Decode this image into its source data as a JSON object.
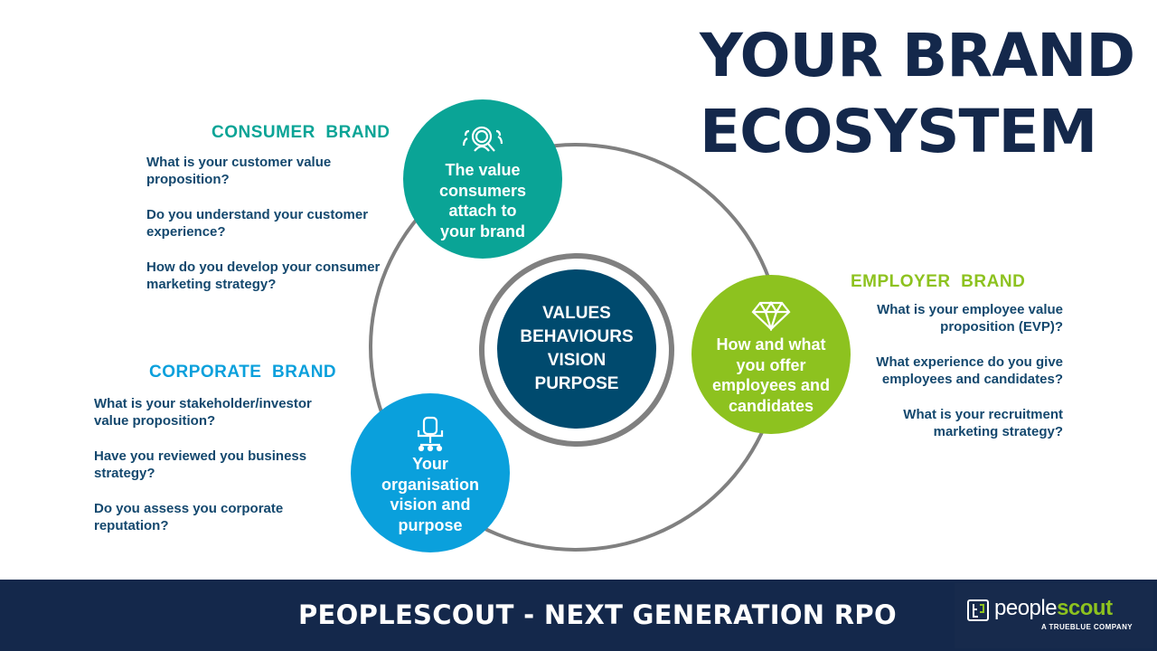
{
  "title": [
    "YOUR BRAND",
    "ECOSYSTEM"
  ],
  "center": [
    "VALUES",
    "BEHAVIOURS",
    "VISION",
    "PURPOSE"
  ],
  "consumer": {
    "heading": "CONSUMER  BRAND",
    "circle": [
      "The value",
      "consumers",
      "attach to",
      "your brand"
    ],
    "icon": "people-search-icon",
    "questions": [
      "What is your customer value proposition?",
      "Do you understand your customer experience?",
      "How do you develop your consumer marketing strategy?"
    ]
  },
  "employer": {
    "heading": "EMPLOYER  BRAND",
    "circle": [
      "How and what",
      "you offer",
      "employees and",
      "candidates"
    ],
    "icon": "diamond-icon",
    "questions": [
      "What is your employee value proposition (EVP)?",
      "What experience do you give employees and candidates?",
      "What is your recruitment marketing strategy?"
    ]
  },
  "corporate": {
    "heading": "CORPORATE  BRAND",
    "circle": [
      "Your",
      "organisation",
      "vision and",
      "purpose"
    ],
    "icon": "office-chair-icon",
    "questions": [
      "What is your stakeholder/investor value proposition?",
      "Have you reviewed you business strategy?",
      "Do you assess you corporate reputation?"
    ]
  },
  "footer": {
    "text": "PEOPLESCOUT - NEXT GENERATION RPO",
    "logo_a": "people",
    "logo_b": "scout",
    "logo_tag": "A TRUEBLUE COMPANY"
  },
  "colors": {
    "navy": "#14284b",
    "teal": "#0aa496",
    "green": "#8dc21f",
    "blue": "#0aa0dc",
    "center": "#004a6e"
  }
}
